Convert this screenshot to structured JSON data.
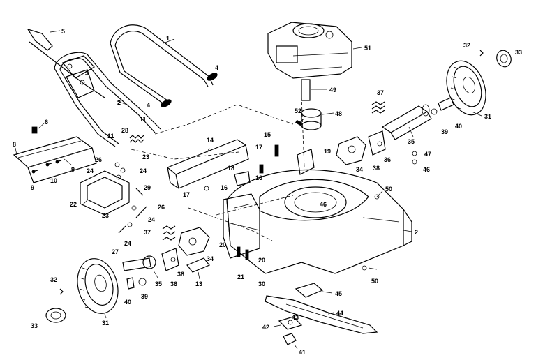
{
  "diagram": {
    "ink_color": "#000000",
    "background_color": "#ffffff",
    "labels": [
      "1",
      "2",
      "3",
      "4",
      "5",
      "6",
      "8",
      "9",
      "10",
      "11",
      "13",
      "14",
      "15",
      "16",
      "17",
      "18",
      "19",
      "20",
      "21",
      "22",
      "23",
      "24",
      "26",
      "27",
      "28",
      "29",
      "30",
      "31",
      "32",
      "33",
      "34",
      "35",
      "36",
      "37",
      "38",
      "39",
      "40",
      "41",
      "42",
      "43",
      "44",
      "45",
      "46",
      "47",
      "48",
      "49",
      "50",
      "51",
      "52"
    ]
  }
}
